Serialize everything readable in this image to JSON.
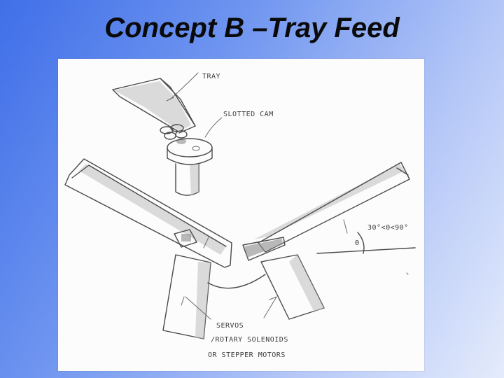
{
  "slide": {
    "title": "Concept B –Tray Feed"
  },
  "sketch": {
    "labels": {
      "tray": "TRAY",
      "slotted_cam": "SLOTTED CAM",
      "angle_range": "30°<Θ<90°",
      "theta": "Θ",
      "actuators_line1": "SERVOS",
      "actuators_line2": "/ROTARY SOLENOIDS",
      "actuators_line3": "OR STEPPER MOTORS"
    }
  }
}
